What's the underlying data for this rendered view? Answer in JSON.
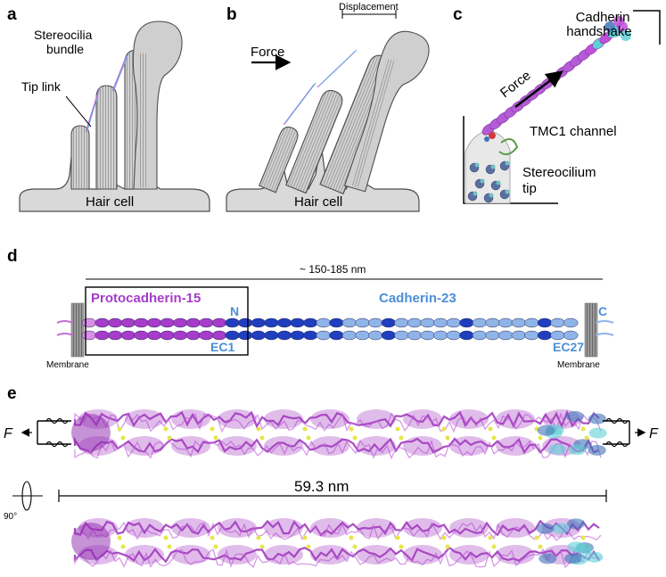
{
  "panels": {
    "a": {
      "letter": "a",
      "label_bundle_line1": "Stereocilia",
      "label_bundle_line2": "bundle",
      "label_tip_link": "Tip link",
      "label_base": "Hair cell"
    },
    "b": {
      "letter": "b",
      "label_displacement": "Displacement",
      "label_force": "Force",
      "label_base": "Hair cell"
    },
    "c": {
      "letter": "c",
      "label_handshake_line1": "Cadherin",
      "label_handshake_line2": "handshake",
      "label_force": "Force",
      "label_channel": "TMC1 channel",
      "label_tip_line1": "Stereocilium",
      "label_tip_line2": "tip"
    },
    "d": {
      "letter": "d",
      "length_label": "~ 150-185 nm",
      "pcdh_label": "Protocadherin-15",
      "cdh_label": "Cadherin-23",
      "n_label": "N",
      "c_label": "C",
      "ec1_label": "EC1",
      "ec27_label": "EC27",
      "membrane_left": "Membrane",
      "membrane_right": "Membrane"
    },
    "e": {
      "letter": "e",
      "force_left": "F",
      "force_right": "F",
      "rotation_label": "90°",
      "length_label": "59.3 nm"
    }
  },
  "colors": {
    "cell_fill": "#d9d9d9",
    "stereocilia_fill": "#c9c9c9",
    "outline": "#4d4d4d",
    "pcdh": "#a63cc9",
    "pcdh_label": "#a63cc9",
    "cdh_dark": "#1f3fbf",
    "cdh_light": "#8fb4e8",
    "cdh_label": "#4b8fd6",
    "ribbon_purple": "#9b2fb8",
    "ribbon_cyan": "#5fd0d6",
    "ribbon_blue": "#3f74b8",
    "membrane": "#8a8a8a"
  }
}
